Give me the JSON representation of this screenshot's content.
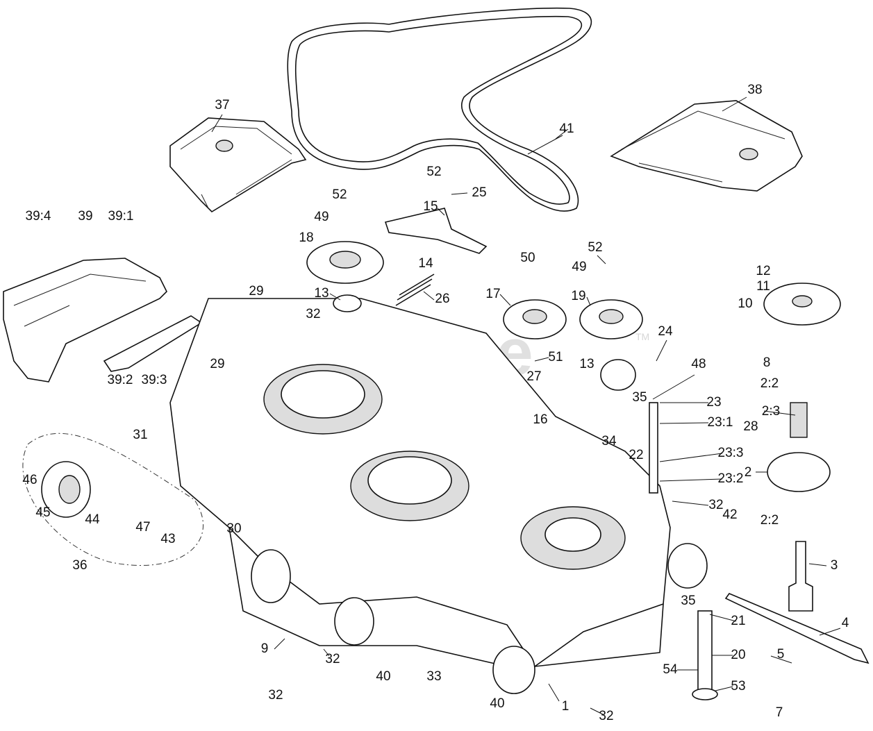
{
  "watermark": {
    "text": "PartsTree",
    "tm": "TM"
  },
  "callouts": [
    "37",
    "38",
    "41",
    "52",
    "25",
    "15",
    "52",
    "49",
    "18",
    "14",
    "50",
    "52",
    "49",
    "19",
    "17",
    "13",
    "26",
    "29",
    "32",
    "29",
    "39:4",
    "39",
    "39:1",
    "39:2",
    "39:3",
    "51",
    "27",
    "13",
    "24",
    "48",
    "35",
    "23",
    "23:1",
    "23:3",
    "23:2",
    "32",
    "16",
    "34",
    "22",
    "12",
    "11",
    "10",
    "8",
    "2:2",
    "2:3",
    "28",
    "2",
    "2:2",
    "3",
    "4",
    "5",
    "7",
    "31",
    "46",
    "45",
    "44",
    "36",
    "47",
    "43",
    "30",
    "42",
    "35",
    "21",
    "20",
    "54",
    "53",
    "9",
    "32",
    "32",
    "40",
    "33",
    "40",
    "1",
    "32"
  ]
}
